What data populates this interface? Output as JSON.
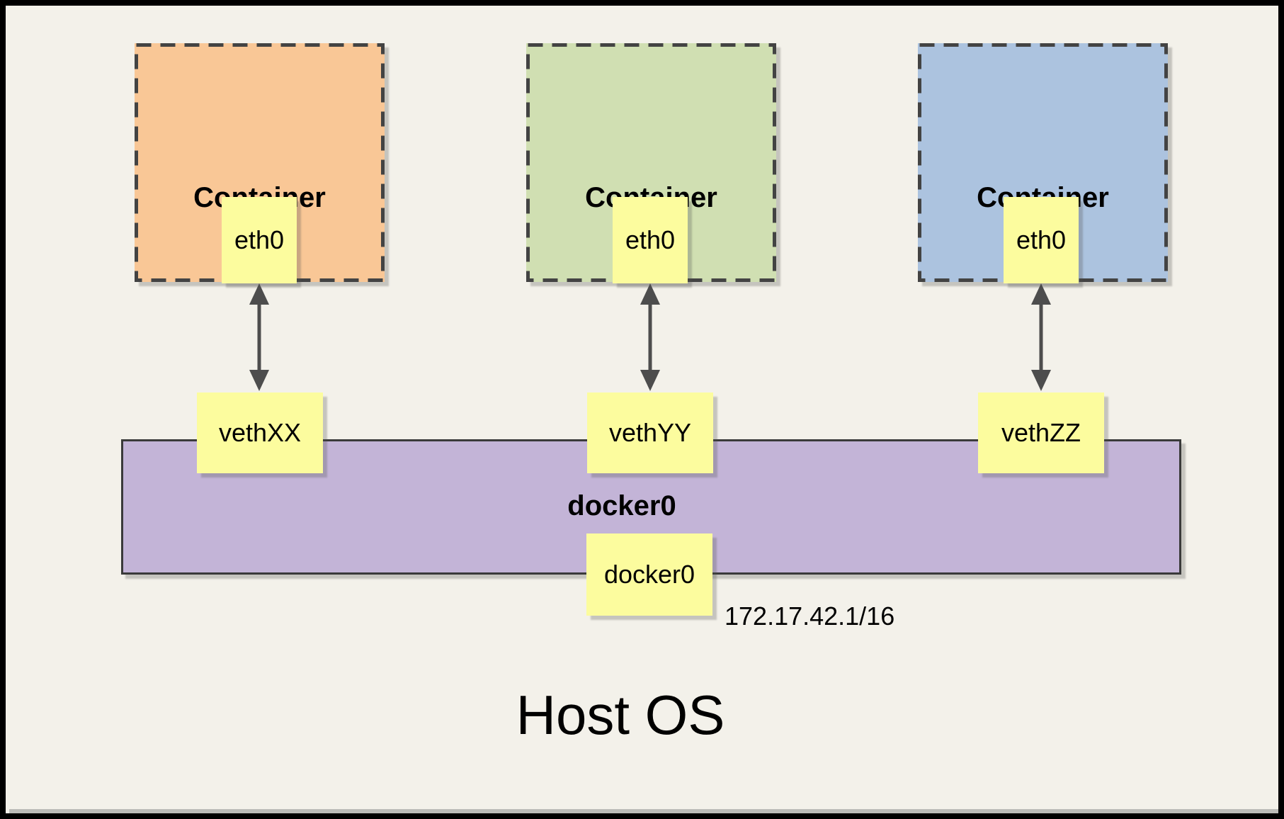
{
  "diagram": {
    "host_label": "Host OS",
    "bridge": {
      "name_label": "docker0",
      "interface_label": "docker0",
      "ip_cidr": "172.17.42.1/16"
    },
    "containers": [
      {
        "label": "Container",
        "interface_label": "eth0",
        "veth_label": "vethXX",
        "fill": "#F9C796"
      },
      {
        "label": "Container",
        "interface_label": "eth0",
        "veth_label": "vethYY",
        "fill": "#D0DFB2"
      },
      {
        "label": "Container",
        "interface_label": "eth0",
        "veth_label": "vethZZ",
        "fill": "#ACC3DF"
      }
    ],
    "colors": {
      "background": "#F3F1EA",
      "frame": "#000000",
      "note_yellow": "#FCFC9E",
      "bridge_purple": "#C3B4D7",
      "dashed_border": "#434343",
      "arrow": "#4D4D4D"
    }
  }
}
